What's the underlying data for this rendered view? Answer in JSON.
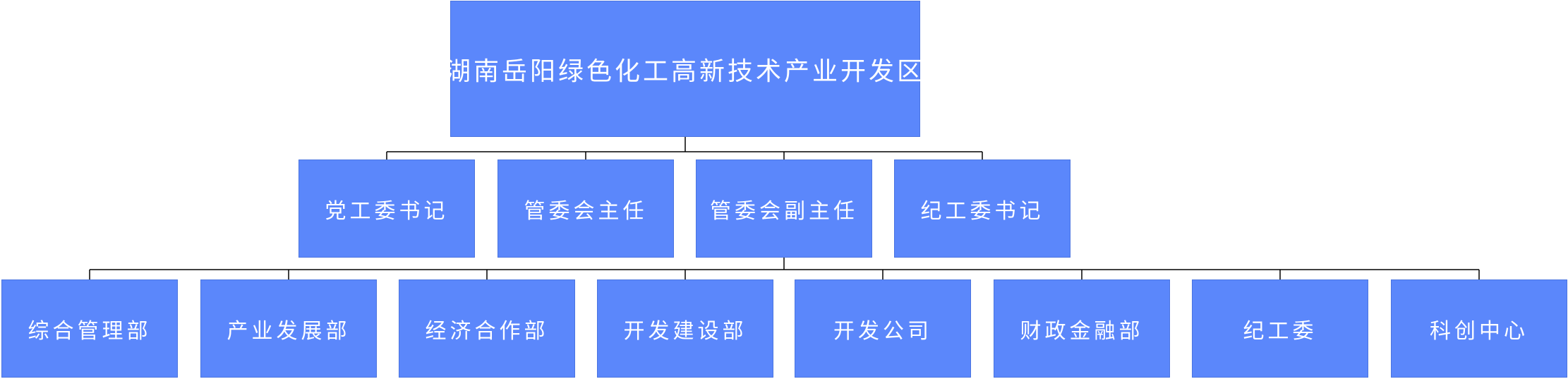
{
  "org_chart": {
    "root": {
      "label": "湖南岳阳绿色化工高新技术产业开发区"
    },
    "level1": [
      {
        "label": "党工委书记"
      },
      {
        "label": "管委会主任"
      },
      {
        "label": "管委会副主任"
      },
      {
        "label": "纪工委书记"
      }
    ],
    "level2": [
      {
        "label": "综合管理部"
      },
      {
        "label": "产业发展部"
      },
      {
        "label": "经济合作部"
      },
      {
        "label": "开发建设部"
      },
      {
        "label": "开发公司"
      },
      {
        "label": "财政金融部"
      },
      {
        "label": "纪工委"
      },
      {
        "label": "科创中心"
      }
    ],
    "level2_parent_index": 2
  },
  "colors": {
    "box_fill": "#5b87fb",
    "box_text": "#ffffff",
    "connector": "#000000"
  }
}
